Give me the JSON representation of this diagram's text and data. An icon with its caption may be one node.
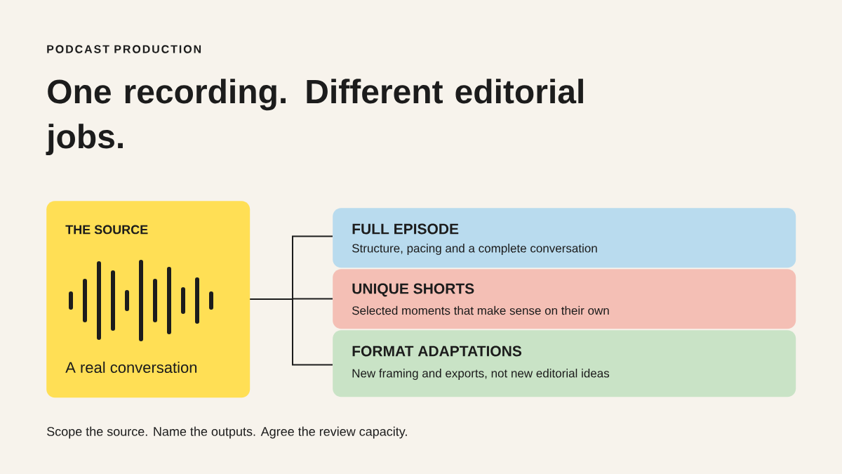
{
  "diagram": {
    "title": "One recording. Different editorial jobs.",
    "nodes": [
      {
        "text": [
          "THE SOURCE",
          "A real conversation"
        ]
      },
      {
        "text": [
          "FULL EPISODE",
          "Structure, pacing and a complete conversation"
        ]
      },
      {
        "text": [
          "UNIQUE SHORTS",
          "Selected moments that make sense on their own"
        ]
      },
      {
        "text": [
          "FORMAT ADAPTATIONS",
          "New framing and exports, not new editorial ideas"
        ]
      }
    ],
    "edges": [
      {
        "from": 0,
        "to": 1,
        "arrow": "none"
      },
      {
        "from": 0,
        "to": 2,
        "arrow": "none"
      },
      {
        "from": 0,
        "to": 3,
        "arrow": "none"
      }
    ],
    "labels": [
      "PODCAST PRODUCTION",
      "Scope the source. Name the outputs. Agree the review capacity."
    ]
  }
}
